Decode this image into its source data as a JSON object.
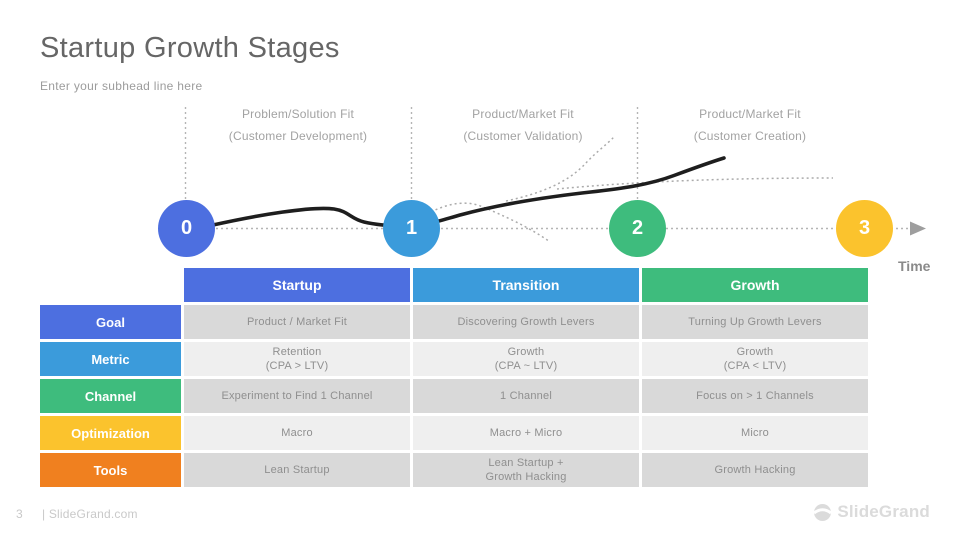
{
  "slide": {
    "title": "Startup Growth Stages",
    "subhead": "Enter your subhead line here",
    "page_number": "3",
    "footer_site": "| SlideGrand.com",
    "brand": "SlideGrand"
  },
  "diagram": {
    "stages": [
      {
        "line1": "Problem/Solution Fit",
        "line2": "(Customer Development)"
      },
      {
        "line1": "Product/Market Fit",
        "line2": "(Customer Validation)"
      },
      {
        "line1": "Product/Market Fit",
        "line2": "(Customer Creation)"
      }
    ],
    "milestones": [
      {
        "number": "0",
        "color": "#4d6fe0"
      },
      {
        "number": "1",
        "color": "#3b9bdb"
      },
      {
        "number": "2",
        "color": "#3ebc7d"
      },
      {
        "number": "3",
        "color": "#fbc32d"
      }
    ],
    "axis_label": "Time"
  },
  "table": {
    "column_headers": [
      {
        "label": "Startup",
        "color": "#4d6fe0"
      },
      {
        "label": "Transition",
        "color": "#3b9bdb"
      },
      {
        "label": "Growth",
        "color": "#3ebc7d"
      }
    ],
    "rows": [
      {
        "label": "Goal",
        "color": "#4d6fe0",
        "cells": [
          "Product / Market Fit",
          "Discovering Growth Levers",
          "Turning Up Growth Levers"
        ]
      },
      {
        "label": "Metric",
        "color": "#3b9bdb",
        "cells": [
          "Retention\n(CPA > LTV)",
          "Growth\n(CPA ~ LTV)",
          "Growth\n(CPA < LTV)"
        ]
      },
      {
        "label": "Channel",
        "color": "#3ebc7d",
        "cells": [
          "Experiment to Find 1 Channel",
          "1 Channel",
          "Focus on > 1 Channels"
        ]
      },
      {
        "label": "Optimization",
        "color": "#fbc32d",
        "cells": [
          "Macro",
          "Macro + Micro",
          "Micro"
        ]
      },
      {
        "label": "Tools",
        "color": "#f0801f",
        "cells": [
          "Lean Startup",
          "Lean Startup +\nGrowth Hacking",
          "Growth Hacking"
        ]
      }
    ]
  },
  "colors": {
    "royal_blue": "#4d6fe0",
    "light_blue": "#3b9bdb",
    "green": "#3ebc7d",
    "yellow": "#fbc32d",
    "orange": "#f0801f",
    "cell_gray_dark": "#d9d9d9",
    "cell_gray_light": "#efefef",
    "curve_black": "#1e1e1e",
    "dotted_gray": "#b5b5b5",
    "title_gray": "#666666"
  }
}
